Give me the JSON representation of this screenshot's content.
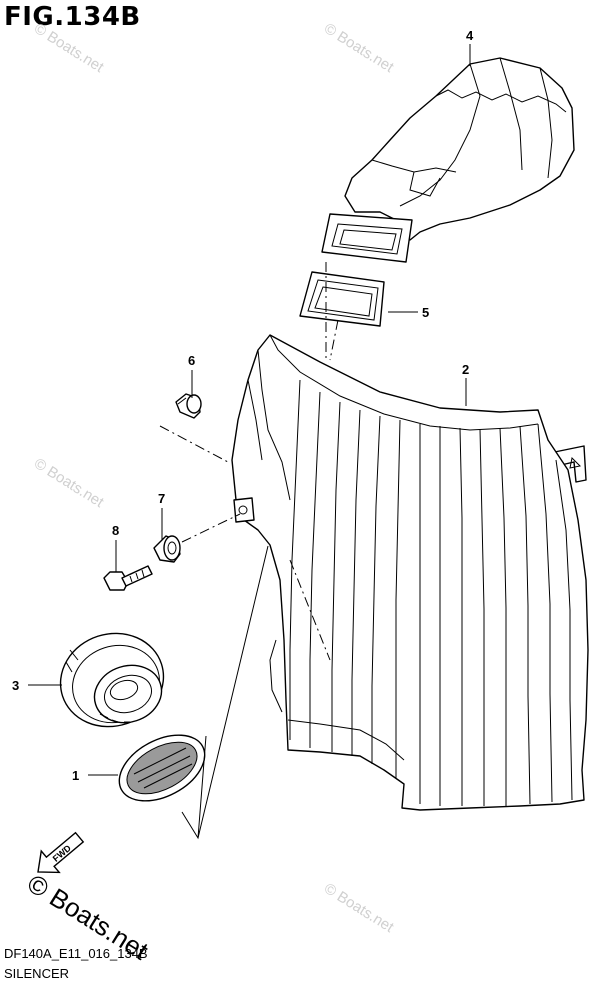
{
  "figure": {
    "title": "FIG.134B",
    "diagram_code": "DF140A_E11_016_134B",
    "caption": "SILENCER"
  },
  "watermarks": [
    "© Boats.net",
    "© Boats.net",
    "© Boats.net",
    "© Boats.net"
  ],
  "brand_mark": "© Boats.net",
  "fwd_label": "FWD",
  "callouts": [
    {
      "id": "1",
      "label": "1"
    },
    {
      "id": "2",
      "label": "2"
    },
    {
      "id": "3",
      "label": "3"
    },
    {
      "id": "4",
      "label": "4"
    },
    {
      "id": "5",
      "label": "5"
    },
    {
      "id": "6",
      "label": "6"
    },
    {
      "id": "7",
      "label": "7"
    },
    {
      "id": "8",
      "label": "8"
    }
  ]
}
